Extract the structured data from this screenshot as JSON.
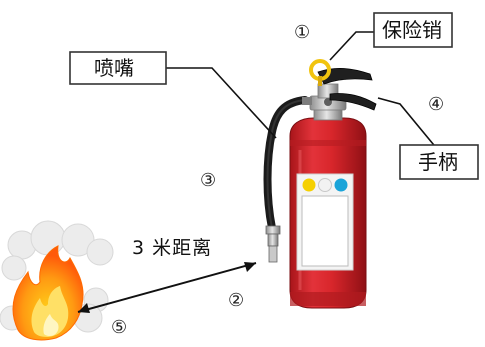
{
  "labels": {
    "nozzle": "喷嘴",
    "safety_pin": "保险销",
    "handle": "手柄",
    "distance": "3 米距离"
  },
  "step_numbers": {
    "n1": "①",
    "n2": "②",
    "n3": "③",
    "n4": "④",
    "n5": "⑤"
  },
  "colors": {
    "body_red": "#d8262b",
    "dot_yellow": "#f5d000",
    "dot_white": "#f2f2f2",
    "dot_blue": "#1aa4d9",
    "pin_ring": "#f1c40f"
  }
}
